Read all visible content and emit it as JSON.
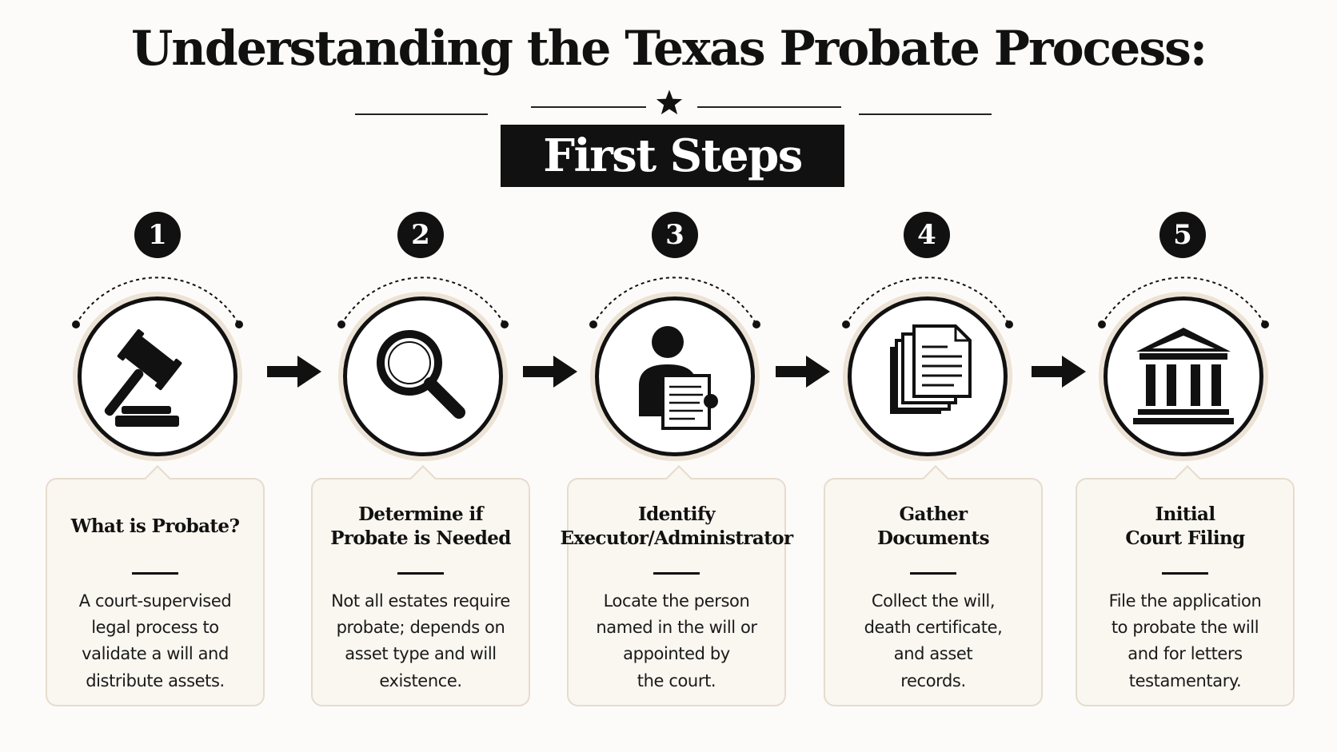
{
  "title": "Understanding the Texas Probate Process:",
  "subtitle": "First Steps",
  "steps": [
    {
      "number": "1",
      "icon": "gavel-icon",
      "title": "What is Probate?",
      "body": "A court-supervised\nlegal process to\nvalidate a will and\ndistribute assets."
    },
    {
      "number": "2",
      "icon": "magnifying-glass-icon",
      "title": "Determine if\nProbate is Needed",
      "body": "Not all estates require\nprobate; depends on\nasset type and will\nexistence."
    },
    {
      "number": "3",
      "icon": "person-with-document-icon",
      "title": "Identify\nExecutor/Administrator",
      "body": "Locate the person\nnamed in the will or\nappointed by\nthe court."
    },
    {
      "number": "4",
      "icon": "documents-stack-icon",
      "title": "Gather\nDocuments",
      "body": "Collect the will,\ndeath certificate,\nand asset\nrecords."
    },
    {
      "number": "5",
      "icon": "courthouse-icon",
      "title": "Initial\nCourt Filing",
      "body": "File the application\nto probate the will\nand for letters\ntestamentary."
    }
  ],
  "colors": {
    "ink": "#111111",
    "background": "#fcfbf9",
    "card": "#faf6f0",
    "card_border": "#e6dccd",
    "ring_halo": "#ece3d6"
  }
}
